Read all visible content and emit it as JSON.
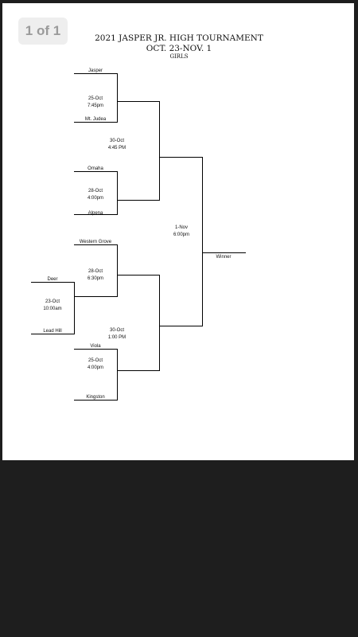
{
  "viewer": {
    "page_indicator": "1 of 1"
  },
  "header": {
    "title": "2021 JASPER JR. HIGH TOURNAMENT",
    "dates": "OCT. 23-NOV. 1",
    "division": "GIRLS"
  },
  "teams": {
    "jasper": "Jasper",
    "mt_judea": "Mt. Judea",
    "omaha": "Omaha",
    "alpena": "Alpena",
    "western_grove": "Western Grove",
    "deer": "Deer",
    "lead_hill": "Lead Hill",
    "viola": "Viola",
    "kingston": "Kingston"
  },
  "games": {
    "g1": {
      "date": "25-Oct",
      "time": "7:45pm"
    },
    "g2": {
      "date": "28-Oct",
      "time": "4:00pm"
    },
    "g3": {
      "date": "28-Oct",
      "time": "6:30pm"
    },
    "g4": {
      "date": "23-Oct",
      "time": "10:00am"
    },
    "g5": {
      "date": "25-Oct",
      "time": "4:00pm"
    },
    "semi1": {
      "date": "30-Oct",
      "time": "4:45 PM"
    },
    "semi2": {
      "date": "30-Oct",
      "time": "1:00 PM"
    },
    "final": {
      "date": "1-Nov",
      "time": "6:00pm"
    }
  },
  "winner_label": "Winner"
}
